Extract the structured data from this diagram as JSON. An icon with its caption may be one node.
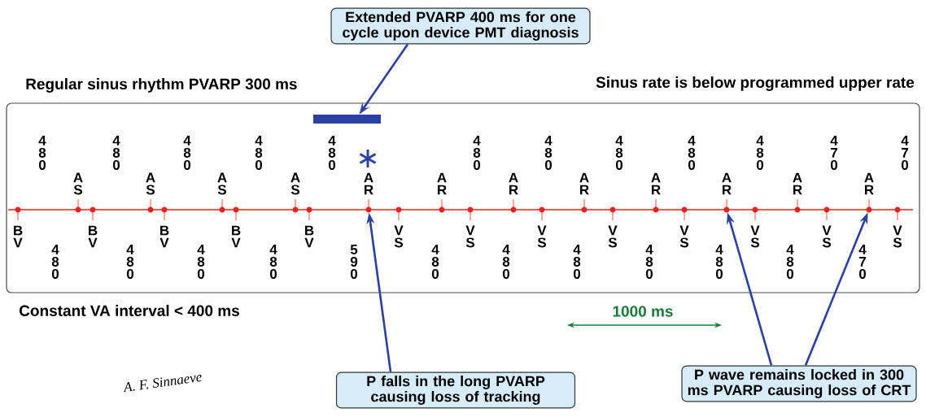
{
  "diagram": {
    "nodes": [
      {
        "text": [
          "Extended PVARP 400 ms for one cycle upon device PMT diagnosis"
        ]
      },
      {
        "text": [],
        "shape": "bar"
      },
      {
        "text": [
          "P falls in the long PVARP causing loss of tracking"
        ]
      },
      {
        "text": [
          "P wave remains locked in 300 ms PVARP causing loss of CRT"
        ]
      },
      {
        "text": [],
        "shape": "circle"
      },
      {
        "text": [],
        "shape": "circle"
      },
      {
        "text": [],
        "shape": "circle"
      }
    ],
    "edges": [
      {
        "from": 0,
        "to": 1,
        "arrow": "to"
      },
      {
        "from": 2,
        "to": 4,
        "arrow": "to"
      },
      {
        "from": 3,
        "to": 5,
        "arrow": "to"
      },
      {
        "from": 3,
        "to": 6,
        "arrow": "to"
      }
    ],
    "labels": [
      "Regular sinus rhythm PVARP 300 ms",
      "Sinus rate is below programmed upper rate",
      "480",
      "480",
      "480",
      "480",
      "480",
      "480",
      "480",
      "480",
      "480",
      "480",
      "470",
      "470",
      "AS",
      "AS",
      "AS",
      "AS",
      "AR",
      "AR",
      "AR",
      "AR",
      "AR",
      "AR",
      "AR",
      "AR",
      "BV",
      "BV",
      "BV",
      "BV",
      "BV",
      "VS",
      "VS",
      "VS",
      "VS",
      "VS",
      "VS",
      "VS",
      "VS",
      "480",
      "480",
      "480",
      "480",
      "590",
      "480",
      "480",
      "480",
      "480",
      "480",
      "480",
      "470",
      "Constant VA interval < 400 ms",
      "1000 ms",
      "A. F. Sinnaeve"
    ]
  }
}
